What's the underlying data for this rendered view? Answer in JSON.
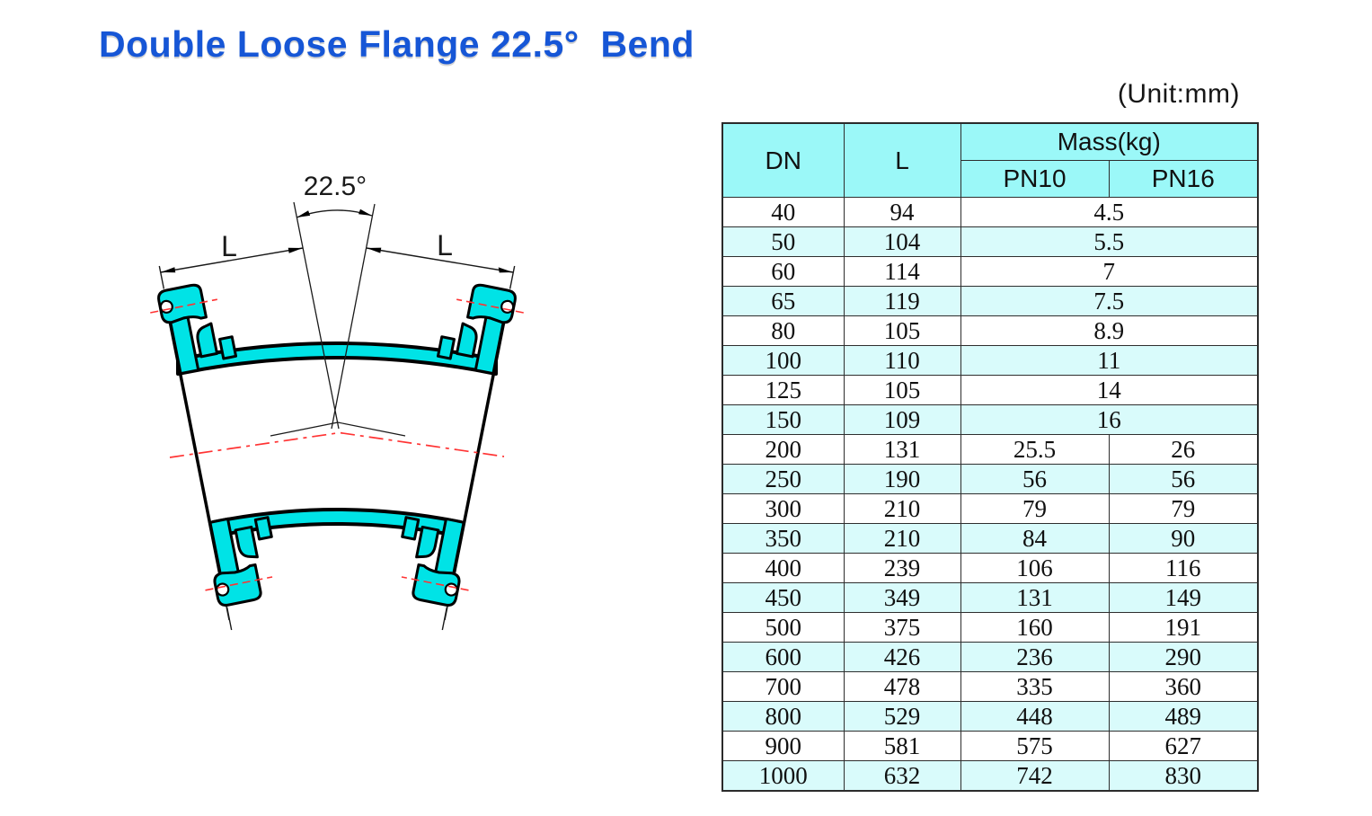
{
  "title": "Double Loose Flange 22.5°  Bend",
  "unit_label": "(Unit:mm)",
  "diagram": {
    "angle_label": "22.5°",
    "dim_label_left": "L",
    "dim_label_right": "L"
  },
  "table": {
    "headers": {
      "dn": "DN",
      "l": "L",
      "mass": "Mass(kg)",
      "pn10": "PN10",
      "pn16": "PN16"
    },
    "rows": [
      {
        "dn": "40",
        "l": "94",
        "mass": "4.5"
      },
      {
        "dn": "50",
        "l": "104",
        "mass": "5.5"
      },
      {
        "dn": "60",
        "l": "114",
        "mass": "7"
      },
      {
        "dn": "65",
        "l": "119",
        "mass": "7.5"
      },
      {
        "dn": "80",
        "l": "105",
        "mass": "8.9"
      },
      {
        "dn": "100",
        "l": "110",
        "mass": "11"
      },
      {
        "dn": "125",
        "l": "105",
        "mass": "14"
      },
      {
        "dn": "150",
        "l": "109",
        "mass": "16"
      },
      {
        "dn": "200",
        "l": "131",
        "pn10": "25.5",
        "pn16": "26"
      },
      {
        "dn": "250",
        "l": "190",
        "pn10": "56",
        "pn16": "56"
      },
      {
        "dn": "300",
        "l": "210",
        "pn10": "79",
        "pn16": "79"
      },
      {
        "dn": "350",
        "l": "210",
        "pn10": "84",
        "pn16": "90"
      },
      {
        "dn": "400",
        "l": "239",
        "pn10": "106",
        "pn16": "116"
      },
      {
        "dn": "450",
        "l": "349",
        "pn10": "131",
        "pn16": "149"
      },
      {
        "dn": "500",
        "l": "375",
        "pn10": "160",
        "pn16": "191"
      },
      {
        "dn": "600",
        "l": "426",
        "pn10": "236",
        "pn16": "290"
      },
      {
        "dn": "700",
        "l": "478",
        "pn10": "335",
        "pn16": "360"
      },
      {
        "dn": "800",
        "l": "529",
        "pn10": "448",
        "pn16": "489"
      },
      {
        "dn": "900",
        "l": "581",
        "pn10": "575",
        "pn16": "627"
      },
      {
        "dn": "1000",
        "l": "632",
        "pn10": "742",
        "pn16": "830"
      }
    ]
  },
  "colors": {
    "title_blue": "#1656d6",
    "header_cyan": "#9bf8f8",
    "row_stripe_cyan": "#d9fbfb",
    "drawing_cyan": "#00e3e6",
    "centerline_red": "#ff3333",
    "line_black": "#000000"
  }
}
